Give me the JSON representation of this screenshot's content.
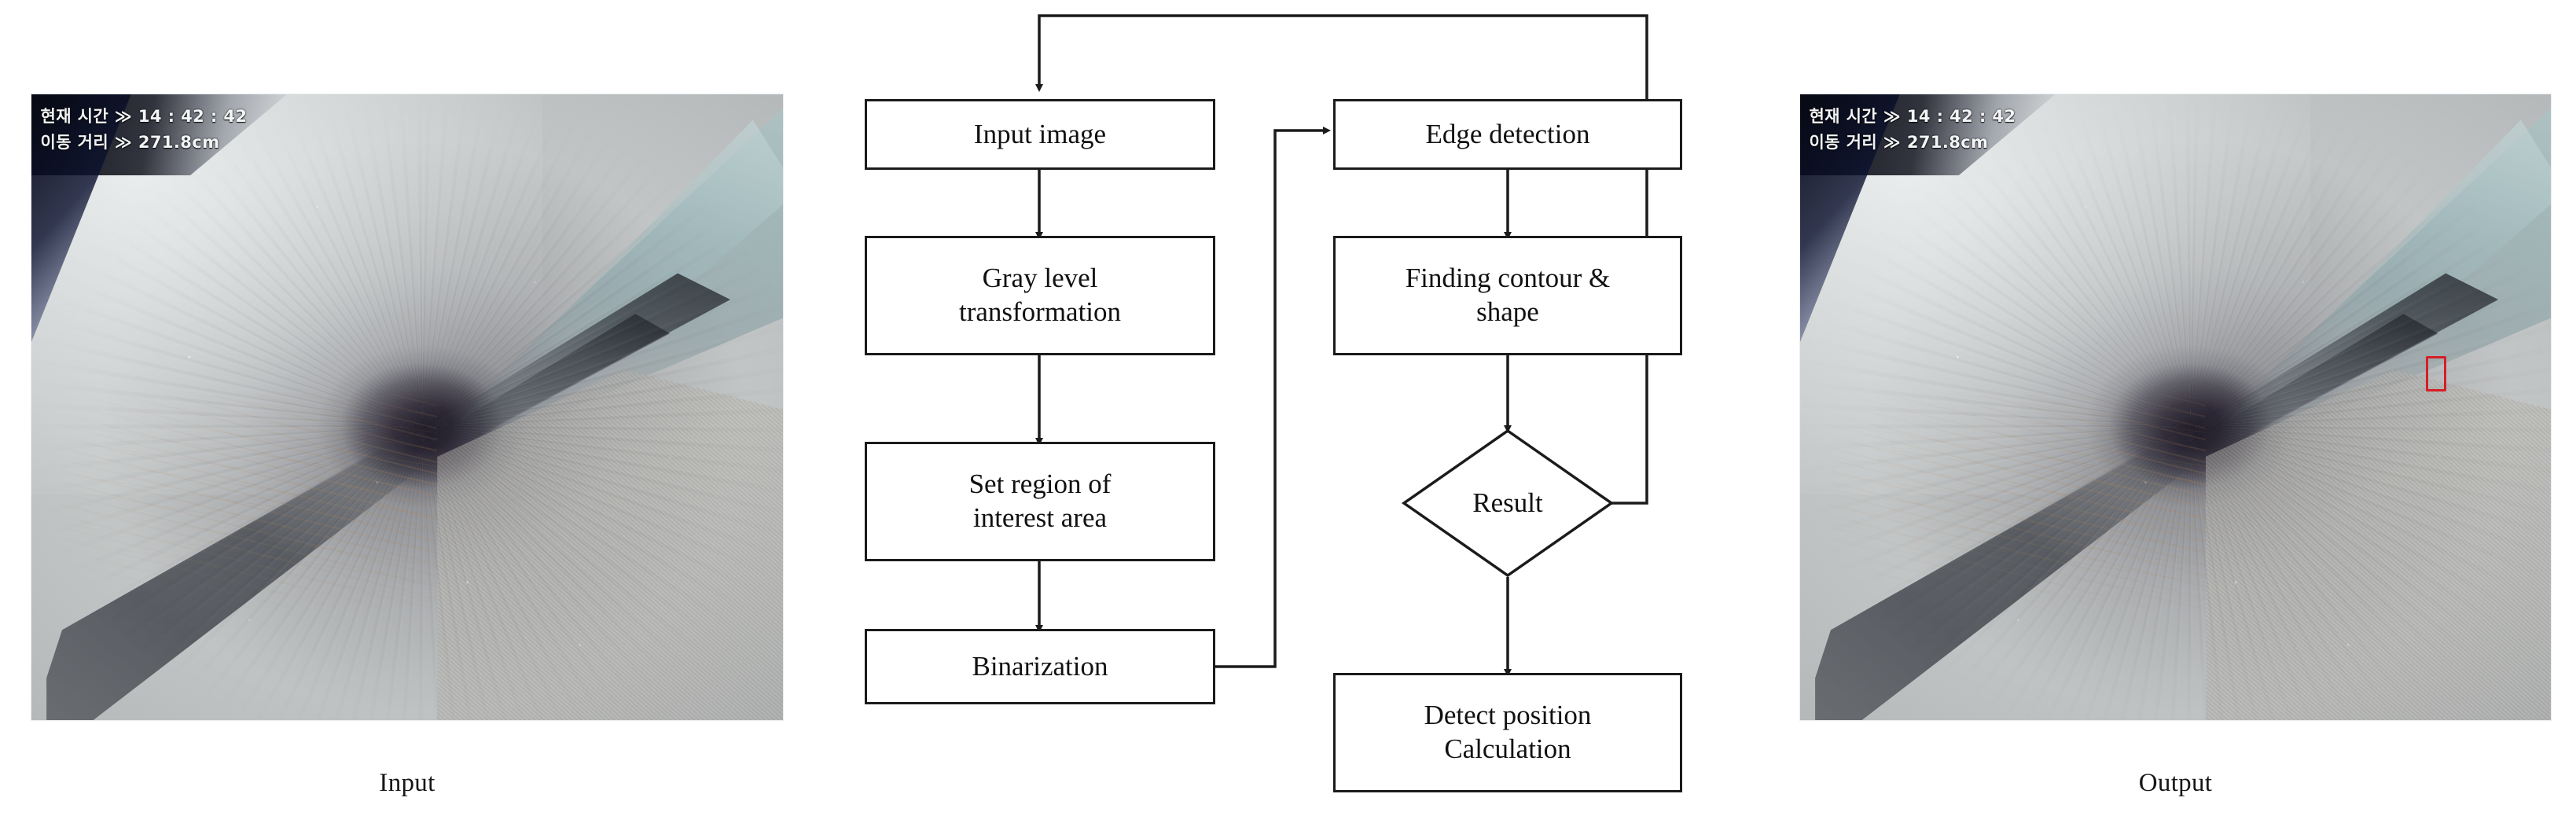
{
  "figure": {
    "type": "pipe-inspection-image-processing-pipeline"
  },
  "panels": {
    "input": {
      "caption": "Input",
      "overlay": {
        "line1": "현재 시간 ≫ 14 : 42 : 42",
        "line2": "이동 거리 ≫ 271.8cm",
        "time_label": "현재 시간",
        "time_value": "14 : 42 : 42",
        "distance_label": "이동 거리",
        "distance_value": "271.8cm",
        "separator": "≫"
      },
      "has_detection_box": false
    },
    "output": {
      "caption": "Output",
      "overlay": {
        "line1": "현재 시간 ≫ 14 : 42 : 42",
        "line2": "이동 거리 ≫ 271.8cm",
        "time_label": "현재 시간",
        "time_value": "14 : 42 : 42",
        "distance_label": "이동 거리",
        "distance_value": "271.8cm",
        "separator": "≫"
      },
      "has_detection_box": true,
      "detection_box_color": "#d41f26"
    }
  },
  "flowchart": {
    "nodes": {
      "input_image": {
        "label": "Input image",
        "shape": "process"
      },
      "gray_level": {
        "label": "Gray level\ntransformation",
        "line1": "Gray level",
        "line2": "transformation",
        "shape": "process"
      },
      "roi": {
        "label": "Set region of\ninterest area",
        "line1": "Set region of",
        "line2": "interest area",
        "shape": "process"
      },
      "binarization": {
        "label": "Binarization",
        "shape": "process"
      },
      "edge_detection": {
        "label": "Edge detection",
        "shape": "process"
      },
      "contour": {
        "label": "Finding contour &\nshape",
        "line1": "Finding contour &",
        "line2": "shape",
        "shape": "process"
      },
      "result": {
        "label": "Result",
        "shape": "decision"
      },
      "detect_position": {
        "label": "Detect position\nCalculation",
        "line1": "Detect position",
        "line2": "Calculation",
        "shape": "process"
      }
    },
    "edges": [
      {
        "from": "input_image",
        "to": "gray_level"
      },
      {
        "from": "gray_level",
        "to": "roi"
      },
      {
        "from": "roi",
        "to": "binarization"
      },
      {
        "from": "binarization",
        "to": "edge_detection"
      },
      {
        "from": "edge_detection",
        "to": "contour"
      },
      {
        "from": "contour",
        "to": "result"
      },
      {
        "from": "result",
        "to": "detect_position"
      },
      {
        "from": "result",
        "to": "input_image",
        "note": "feedback loop"
      }
    ],
    "stroke_color": "#1b1b1b"
  }
}
